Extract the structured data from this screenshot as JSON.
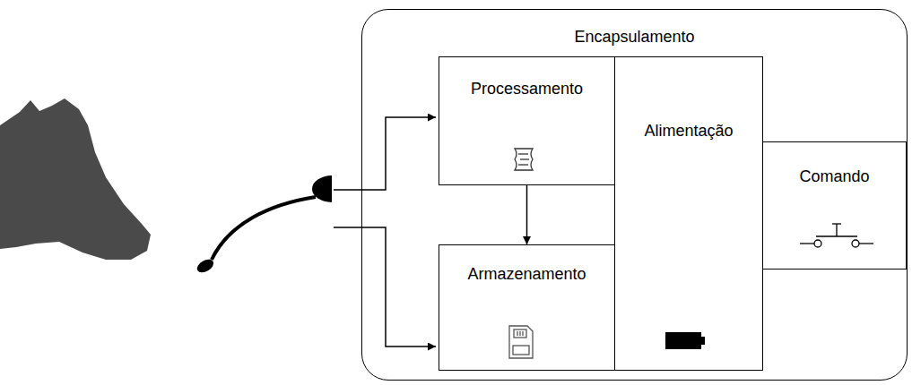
{
  "diagram": {
    "nodes": [
      {
        "text": [
          "Encapsulamento"
        ]
      },
      {
        "text": [
          "Processamento"
        ],
        "in": 0
      },
      {
        "text": [
          "Armazenamento"
        ],
        "in": 0
      },
      {
        "text": [
          "Alimentação"
        ],
        "in": 0
      },
      {
        "text": [
          "Comando"
        ],
        "in": 0
      }
    ],
    "edges": [
      {
        "from": 1,
        "to": 2,
        "arrow": "to"
      }
    ]
  }
}
